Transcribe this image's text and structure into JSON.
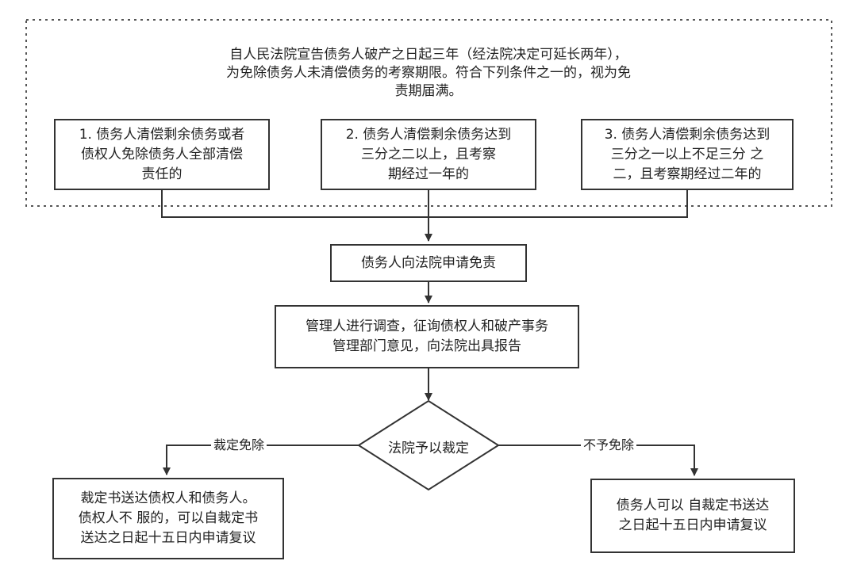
{
  "header": {
    "text": "自人民法院宣告债务人破产之日起三年（经法院决定可延长两年），\n为免除债务人未清偿债务的考察期限。符合下列条件之一的，视为免\n责期届满。"
  },
  "conditions": [
    "1. 债务人清偿剩余债务或者\n债权人免除债务人全部清偿\n责任的",
    "2. 债务人清偿剩余债务达到\n三分之二以上，且考察\n期经过一年的",
    "3. 债务人清偿剩余债务达到\n三分之一以上不足三分 之\n二，且考察期经过二年的"
  ],
  "steps": {
    "apply": "债务人向法院申请免责",
    "investigate": "管理人进行调查，征询债权人和破产事务\n管理部门意见，向法院出具报告"
  },
  "decision": {
    "label": "法院予以裁定",
    "left_label": "裁定免除",
    "right_label": "不予免除"
  },
  "outcomes": {
    "left": "裁定书送达债权人和债务人。\n债权人不 服的，可以自裁定书\n送达之日起十五日内申请复议",
    "right": "债务人可以 自裁定书送达\n之日起十五日内申请复议"
  },
  "colors": {
    "stroke": "#333333",
    "dotted": "#555555",
    "background": "#ffffff"
  }
}
